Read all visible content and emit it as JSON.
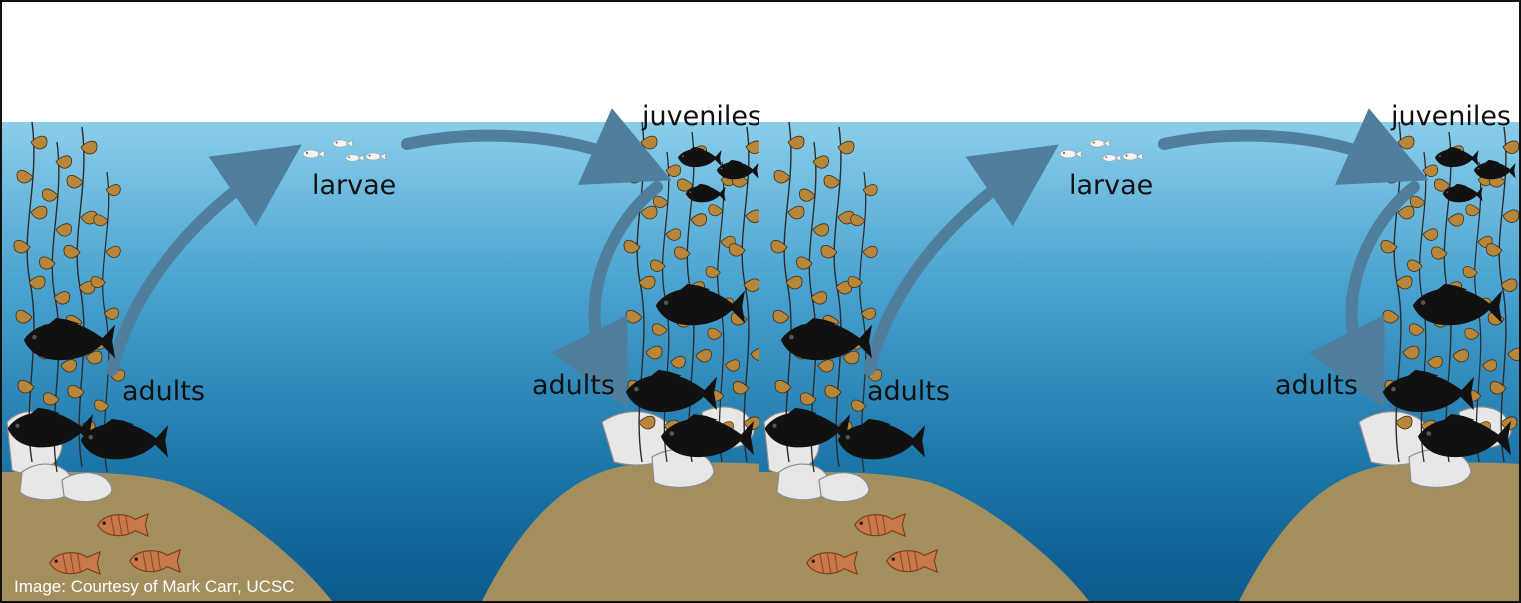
{
  "labels": {
    "larvae": "larvae",
    "juveniles": "juveniles",
    "adults": "adults"
  },
  "credit": "Image: Courtesy of Mark Carr, UCSC",
  "colors": {
    "sky": "#ffffff",
    "water_top": "#8ecfea",
    "water_bottom": "#0b5f93",
    "sand": "#a38f5e",
    "kelp_leaf": "#b8863a",
    "fish_adult": "#111111",
    "fish_orange": "#c9784a",
    "rock": "#e6e6e6",
    "arrow": "#4f7f9c"
  },
  "panels": [
    {
      "name": "panel-left",
      "larvae_label": "larvae",
      "juveniles_label": "juveniles",
      "adults_left_label": "adults",
      "adults_right_label": "adults"
    },
    {
      "name": "panel-right",
      "larvae_label": "larvae",
      "juveniles_label": "juveniles",
      "adults_left_label": "adults",
      "adults_right_label": "adults"
    }
  ]
}
